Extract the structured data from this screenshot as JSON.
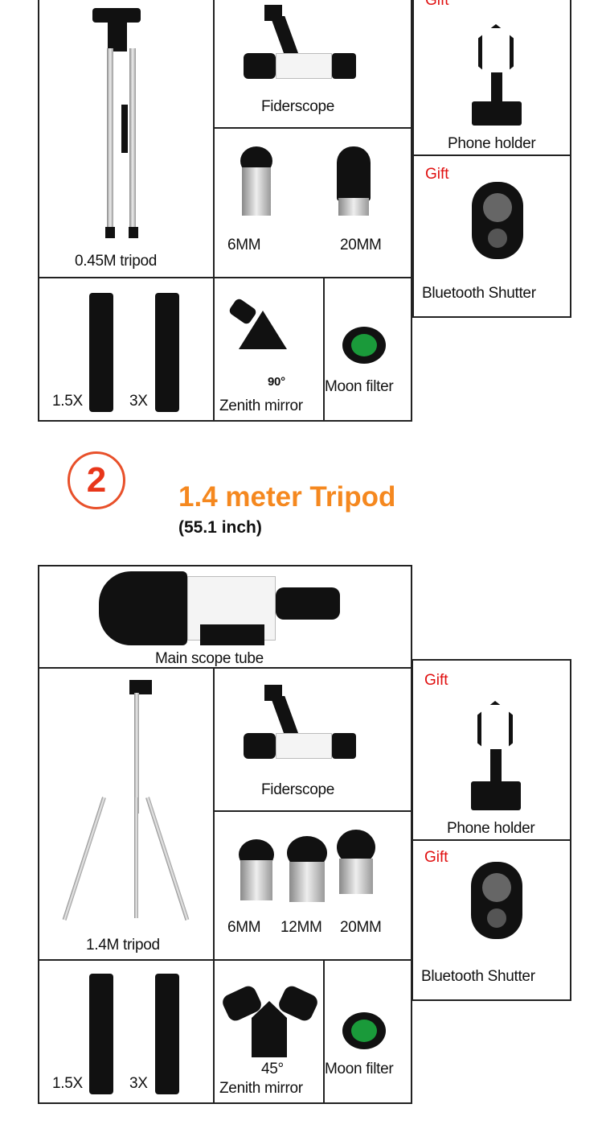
{
  "colors": {
    "gift": "#e01010",
    "title": "#f5881f",
    "number": "#e8361a",
    "filter": "#1a9a3a"
  },
  "section1": {
    "tripod": "0.45M tripod",
    "finderscope": "Fiderscope",
    "eyepieces": [
      "6MM",
      "20MM"
    ],
    "phone_holder": {
      "gift": "Gift",
      "label": "Phone holder"
    },
    "bluetooth": {
      "gift": "Gift",
      "label": "Bluetooth Shutter"
    },
    "barlow": [
      "1.5X",
      "3X"
    ],
    "zenith": {
      "angle": "90°",
      "label": "Zenith mirror"
    },
    "moon_filter": "Moon filter"
  },
  "section2": {
    "number": "2",
    "title": "1.4 meter Tripod",
    "subtitle": "(55.1 inch)",
    "main_tube": "Main scope tube",
    "tripod": "1.4M tripod",
    "finderscope": "Fiderscope",
    "eyepieces": [
      "6MM",
      "12MM",
      "20MM"
    ],
    "phone_holder": {
      "gift": "Gift",
      "label": "Phone holder"
    },
    "bluetooth": {
      "gift": "Gift",
      "label": "Bluetooth Shutter"
    },
    "barlow": [
      "1.5X",
      "3X"
    ],
    "zenith": {
      "angle": "45°",
      "label": "Zenith mirror"
    },
    "moon_filter": "Moon filter"
  }
}
